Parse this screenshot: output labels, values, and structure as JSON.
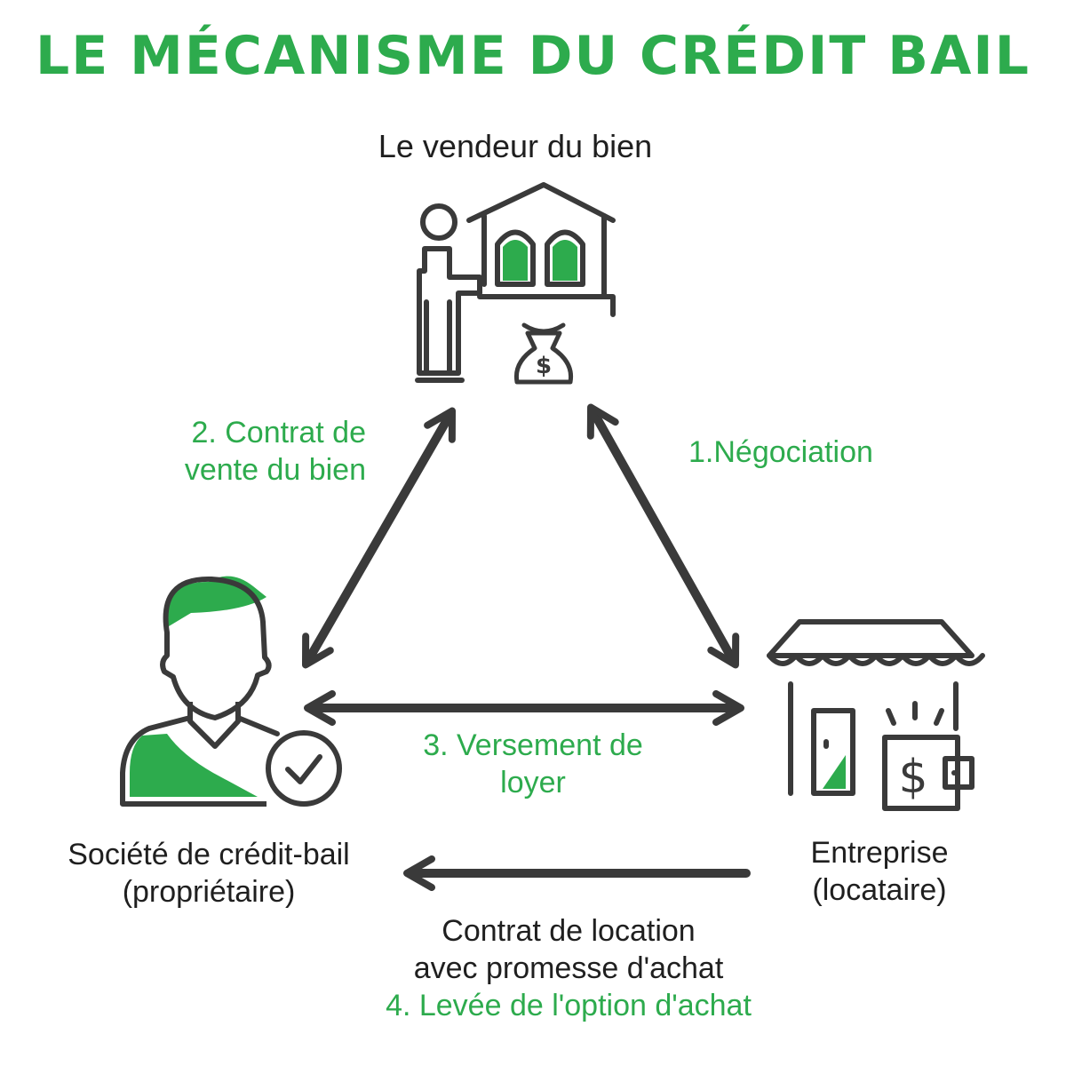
{
  "title": "LE MÉCANISME DU CRÉDIT BAIL",
  "colors": {
    "accent": "#2dab4d",
    "ink": "#3a3a3a",
    "text": "#1f1f1f"
  },
  "nodes": {
    "seller": {
      "label": "Le vendeur du bien",
      "icon": "seller-house-money-icon"
    },
    "leasing_company": {
      "label_line1": "Société de crédit-bail",
      "label_line2": "(propriétaire)",
      "icon": "person-checkmark-icon"
    },
    "company": {
      "label_line1": "Entreprise",
      "label_line2": "(locataire)",
      "icon": "shop-wallet-icon"
    }
  },
  "steps": {
    "step1": "1.Négociation",
    "step2_line1": "2. Contrat de",
    "step2_line2": "vente du bien",
    "step3_line1": "3. Versement de",
    "step3_line2": "loyer",
    "contract_line1": "Contrat de location",
    "contract_line2": "avec promesse d'achat",
    "step4": "4. Levée de l'option d'achat"
  }
}
